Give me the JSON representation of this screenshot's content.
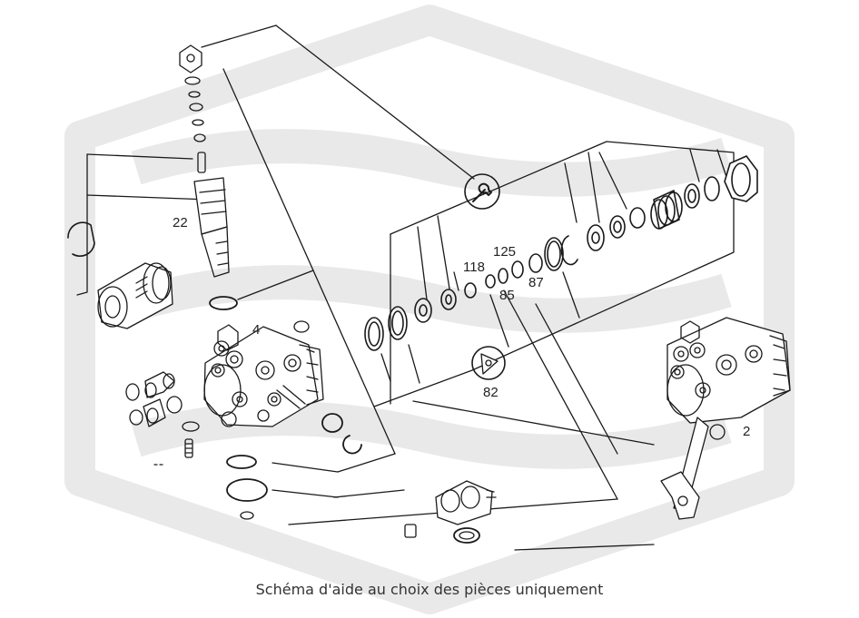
{
  "caption": "Schéma d'aide au choix des pièces uniquement",
  "labels": {
    "l22": "22",
    "l4": "4",
    "l118": "118",
    "l125": "125",
    "l85": "85",
    "l87": "87",
    "l82": "82",
    "l2": "2"
  },
  "colors": {
    "ink": "#1a1a1a",
    "watermark": "#e9e9e9"
  },
  "icons": [
    "wrench-icon",
    "steering-gear-assembly",
    "steering-box-assembly"
  ]
}
